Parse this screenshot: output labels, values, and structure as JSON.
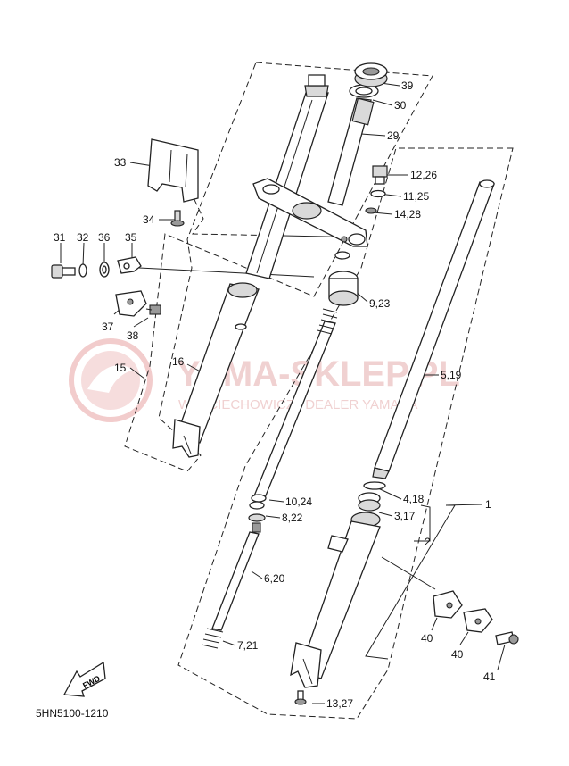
{
  "watermark": {
    "brand": "YAMA-SKLEP.PL",
    "tagline": "WOJCIECHOWICZ | DEALER YAMAHA",
    "color": "#e8b4b4"
  },
  "diagram_code": "5HN5100-1210",
  "fwd_label": "FWD",
  "callouts": [
    {
      "id": "1",
      "text": "1"
    },
    {
      "id": "2",
      "text": "2"
    },
    {
      "id": "3-17",
      "text": "3,17"
    },
    {
      "id": "4-18",
      "text": "4,18"
    },
    {
      "id": "5-19",
      "text": "5,19"
    },
    {
      "id": "6-20",
      "text": "6,20"
    },
    {
      "id": "7-21",
      "text": "7,21"
    },
    {
      "id": "8-22",
      "text": "8,22"
    },
    {
      "id": "9-23",
      "text": "9,23"
    },
    {
      "id": "10-24",
      "text": "10,24"
    },
    {
      "id": "11-25",
      "text": "11,25"
    },
    {
      "id": "12-26",
      "text": "12,26"
    },
    {
      "id": "13-27",
      "text": "13,27"
    },
    {
      "id": "14-28",
      "text": "14,28"
    },
    {
      "id": "15",
      "text": "15"
    },
    {
      "id": "16",
      "text": "16"
    },
    {
      "id": "29",
      "text": "29"
    },
    {
      "id": "30",
      "text": "30"
    },
    {
      "id": "31",
      "text": "31"
    },
    {
      "id": "32",
      "text": "32"
    },
    {
      "id": "33",
      "text": "33"
    },
    {
      "id": "34",
      "text": "34"
    },
    {
      "id": "35",
      "text": "35"
    },
    {
      "id": "36",
      "text": "36"
    },
    {
      "id": "37",
      "text": "37"
    },
    {
      "id": "38",
      "text": "38"
    },
    {
      "id": "39",
      "text": "39"
    },
    {
      "id": "40a",
      "text": "40"
    },
    {
      "id": "40b",
      "text": "40"
    },
    {
      "id": "41",
      "text": "41"
    }
  ]
}
